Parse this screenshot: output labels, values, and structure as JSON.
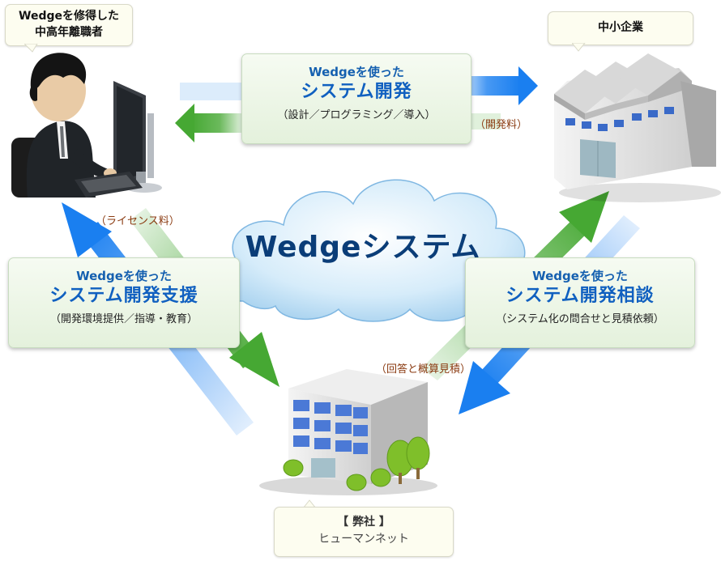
{
  "bubbles": {
    "senior": {
      "line1": "Wedgeを修得した",
      "line2": "中高年離職者"
    },
    "sme": {
      "label": "中小企業"
    },
    "company": {
      "line1": "【 弊社 】",
      "line2": "ヒューマンネット"
    }
  },
  "cloud": {
    "title": "Wedgeシステム"
  },
  "panels": {
    "development": {
      "line1": "Wedgeを使った",
      "line2": "システム開発",
      "line3": "（設計／プログラミング／導入）"
    },
    "support": {
      "line1": "Wedgeを使った",
      "line2": "システム開発支援",
      "line3": "（開発環境提供／指導・教育）"
    },
    "consulting": {
      "line1": "Wedgeを使った",
      "line2": "システム開発相談",
      "line3": "（システム化の問合せと見積依頼）"
    }
  },
  "notes": {
    "dev_fee": "（開発料）",
    "license_fee": "（ライセンス料）",
    "reply": "（回答と概算見積）"
  },
  "colors": {
    "blue_arrow": "#1a7ff0",
    "green_arrow": "#46a833",
    "title_blue": "#0a3d78"
  }
}
